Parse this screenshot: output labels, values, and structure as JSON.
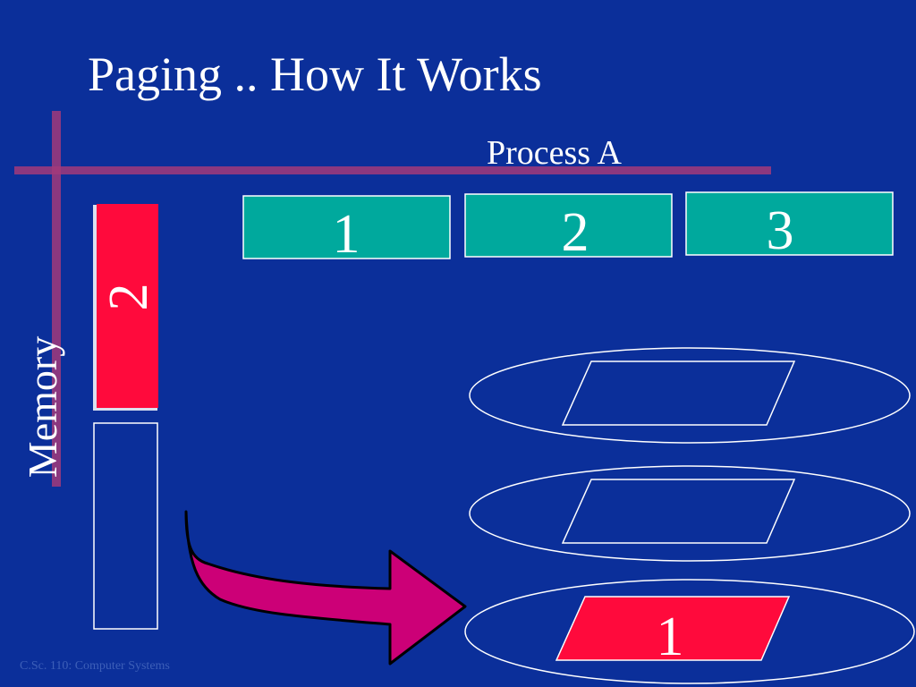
{
  "slide": {
    "title": "Paging .. How It Works",
    "process_label": "Process A",
    "memory_label": "Memory",
    "footer": "C.Sc. 110: Computer Systems"
  },
  "process_pages": [
    {
      "label": "1",
      "color": "#00a99d"
    },
    {
      "label": "2",
      "color": "#00a99d"
    },
    {
      "label": "3",
      "color": "#00a99d"
    }
  ],
  "memory_frames": [
    {
      "label": "2",
      "color": "#ff0a3c"
    },
    {
      "label": "",
      "color": "#0b2f9a"
    }
  ],
  "disk_slots": [
    {
      "label": "",
      "color": "#0b2f9a"
    },
    {
      "label": "",
      "color": "#0b2f9a"
    },
    {
      "label": "1",
      "color": "#ff0a3c"
    }
  ],
  "colors": {
    "background": "#0b2f9a",
    "rule": "#a23a7a",
    "arrow": "#cc0077",
    "page": "#00a99d",
    "loaded": "#ff0a3c"
  }
}
